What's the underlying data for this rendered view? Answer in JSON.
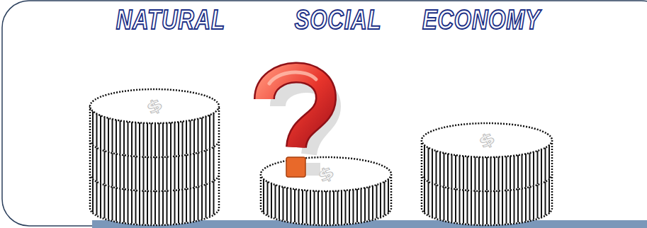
{
  "diagram": {
    "nodes": [
      {
        "text": [
          "NATURAL",
          "$"
        ]
      },
      {
        "text": [
          "SOCIAL",
          "$"
        ]
      },
      {
        "text": [
          "ECONOMY",
          "$"
        ]
      }
    ]
  }
}
